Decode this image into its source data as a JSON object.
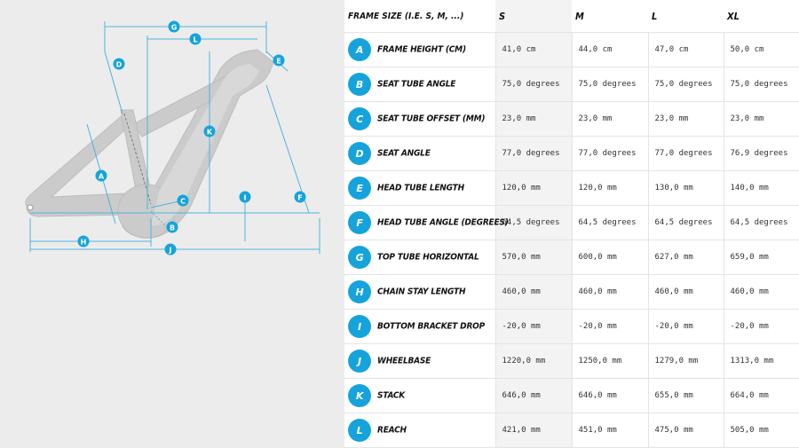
{
  "table": {
    "columns": [
      "FRAME SIZE (I.E. S, M, ...)",
      "S",
      "M",
      "L",
      "XL"
    ],
    "rows": [
      {
        "letter": "A",
        "label": "FRAME HEIGHT (CM)",
        "values": [
          "41,0 cm",
          "44,0 cm",
          "47,0 cm",
          "50,0 cm"
        ]
      },
      {
        "letter": "B",
        "label": "SEAT TUBE ANGLE",
        "values": [
          "75,0 degrees",
          "75,0 degrees",
          "75,0 degrees",
          "75,0 degrees"
        ]
      },
      {
        "letter": "C",
        "label": "SEAT TUBE OFFSET (MM)",
        "values": [
          "23,0 mm",
          "23,0 mm",
          "23,0 mm",
          "23,0 mm"
        ]
      },
      {
        "letter": "D",
        "label": "SEAT ANGLE",
        "values": [
          "77,0 degrees",
          "77,0 degrees",
          "77,0 degrees",
          "76,9 degrees"
        ]
      },
      {
        "letter": "E",
        "label": "HEAD TUBE LENGTH",
        "values": [
          "120,0 mm",
          "120,0 mm",
          "130,0 mm",
          "140,0 mm"
        ]
      },
      {
        "letter": "F",
        "label": "HEAD TUBE ANGLE (DEGREES)",
        "values": [
          "64,5 degrees",
          "64,5 degrees",
          "64,5 degrees",
          "64,5 degrees"
        ]
      },
      {
        "letter": "G",
        "label": "TOP TUBE HORIZONTAL",
        "values": [
          "570,0 mm",
          "600,0 mm",
          "627,0 mm",
          "659,0 mm"
        ]
      },
      {
        "letter": "H",
        "label": "CHAIN STAY LENGTH",
        "values": [
          "460,0 mm",
          "460,0 mm",
          "460,0 mm",
          "460,0 mm"
        ]
      },
      {
        "letter": "I",
        "label": "BOTTOM BRACKET DROP",
        "values": [
          "-20,0 mm",
          "-20,0 mm",
          "-20,0 mm",
          "-20,0 mm"
        ]
      },
      {
        "letter": "J",
        "label": "WHEELBASE",
        "values": [
          "1220,0 mm",
          "1250,0 mm",
          "1279,0 mm",
          "1313,0 mm"
        ]
      },
      {
        "letter": "K",
        "label": "STACK",
        "values": [
          "646,0 mm",
          "646,0 mm",
          "655,0 mm",
          "664,0 mm"
        ]
      },
      {
        "letter": "L",
        "label": "REACH",
        "values": [
          "421,0 mm",
          "451,0 mm",
          "475,0 mm",
          "505,0 mm"
        ]
      }
    ]
  },
  "diagram": {
    "accent_color": "#16a3dc",
    "frame_color": "#c9c9c9",
    "markers": [
      "A",
      "B",
      "C",
      "D",
      "E",
      "F",
      "G",
      "H",
      "I",
      "J",
      "K",
      "L"
    ]
  }
}
